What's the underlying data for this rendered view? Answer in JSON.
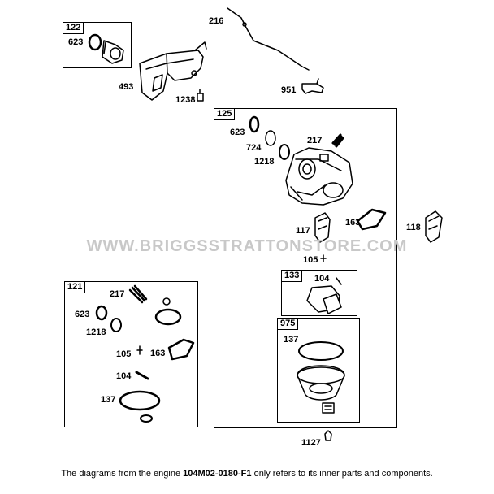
{
  "watermark": "WWW.BRIGGSSTRATTONSTORE.COM",
  "footnote": {
    "before": "The diagrams from the engine ",
    "model": "104M02-0180-F1",
    "after": " only refers to its inner parts and components."
  },
  "kits": {
    "k122": "122",
    "k125": "125",
    "k121": "121",
    "k133": "133",
    "k975": "975"
  },
  "parts": {
    "p623a": "623",
    "p493": "493",
    "p1238a": "1238",
    "p216": "216",
    "p951": "951",
    "p623b": "623",
    "p724": "724",
    "p1218a": "1218",
    "p217a": "217",
    "p117": "117",
    "p163a": "163",
    "p118": "118",
    "p105a": "105",
    "p104a": "104",
    "p137a": "137",
    "p1127": "1127",
    "p217b": "217",
    "p623c": "623",
    "p1218b": "1218",
    "p105b": "105",
    "p163b": "163",
    "p104b": "104",
    "p137b": "137"
  }
}
